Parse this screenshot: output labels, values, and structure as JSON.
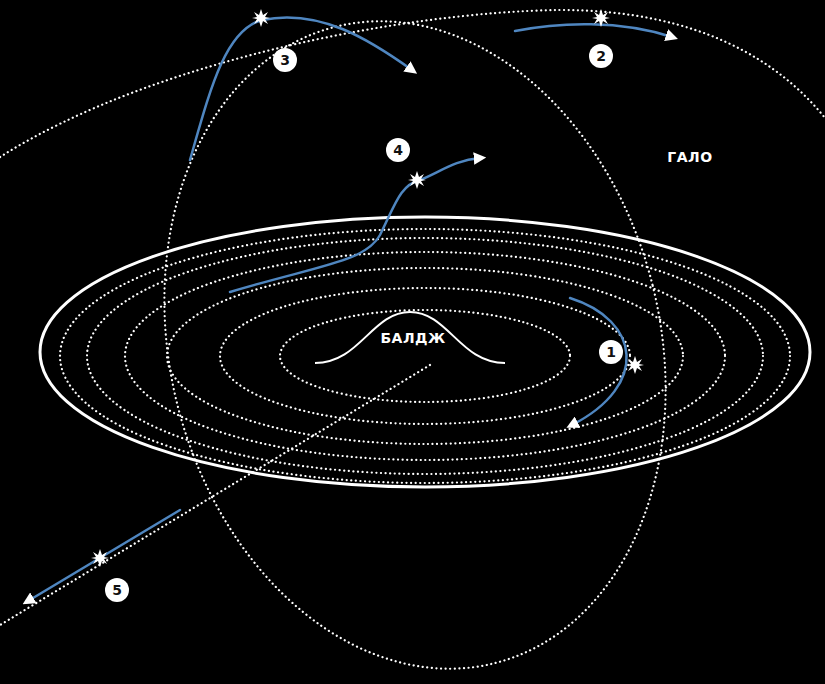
{
  "diagram": {
    "labels": [
      "БАЛДЖ",
      "ГАЛО",
      "1",
      "2",
      "3",
      "4",
      "5"
    ]
  }
}
